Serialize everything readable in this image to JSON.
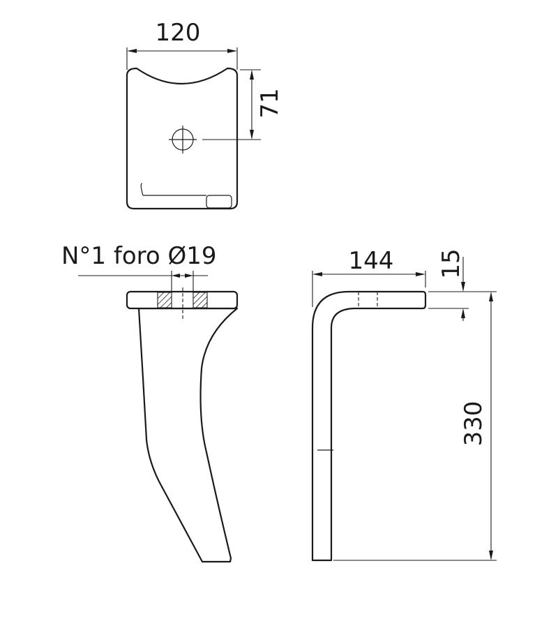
{
  "dimensions": {
    "top_width": "120",
    "hole_offset": "71",
    "hole_callout": "N°1 foro Ø19",
    "flange_length": "144",
    "thickness": "15",
    "height": "330"
  },
  "colors": {
    "line": "#1a1a1a",
    "background": "#ffffff"
  }
}
